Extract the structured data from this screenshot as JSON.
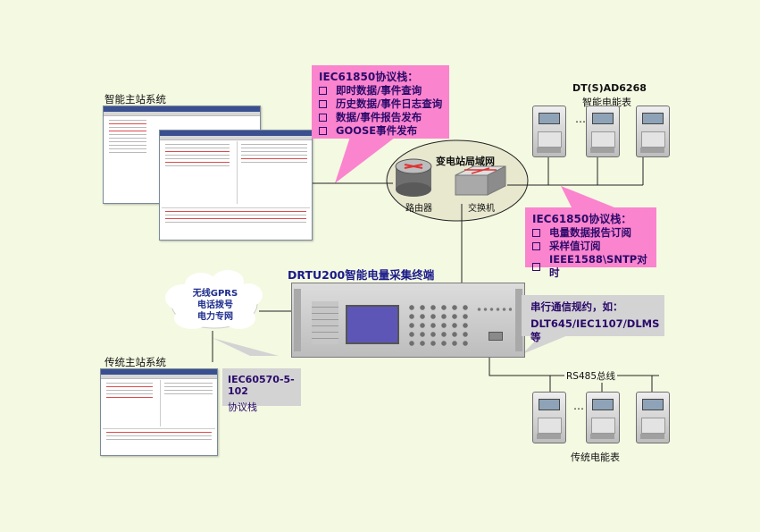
{
  "labels": {
    "smart_master": "智能主站系统",
    "dt_model": "DT(S)AD6268",
    "smart_meter": "智能电能表",
    "lan": "变电站局域网",
    "router": "路由器",
    "switch": "交换机",
    "device": "DRTU200智能电量采集终端",
    "traditional_master": "传统主站系统",
    "rs485": "RS485总线",
    "traditional_meter": "传统电能表",
    "ellipsis_top": "…",
    "ellipsis_bottom": "…"
  },
  "callout_iec61850_master": {
    "title": "IEC61850协议栈：",
    "items": [
      "即时数据/事件查询",
      "历史数据/事件日志查询",
      "数据/事件报告发布",
      "GOOSE事件发布"
    ]
  },
  "callout_iec61850_meter": {
    "title": "IEC61850协议栈：",
    "items": [
      "电量数据报告订阅",
      "采样值订阅",
      "IEEE1588\\SNTP对时"
    ]
  },
  "callout_serial": {
    "line1": "串行通信规约，如：",
    "line2": "DLT645/IEC1107/DLMS等"
  },
  "callout_iec60570": {
    "line1": "IEC60570-5-102",
    "line2": "协议栈"
  },
  "cloud": {
    "line1": "无线GPRS",
    "line2": "电话拨号",
    "line3": "电力专网"
  },
  "colors": {
    "background": "#f4f9e2",
    "callout_pink": "#fb84ce",
    "callout_grey": "#d3d3d3",
    "text_navy": "#2a0a6a"
  }
}
